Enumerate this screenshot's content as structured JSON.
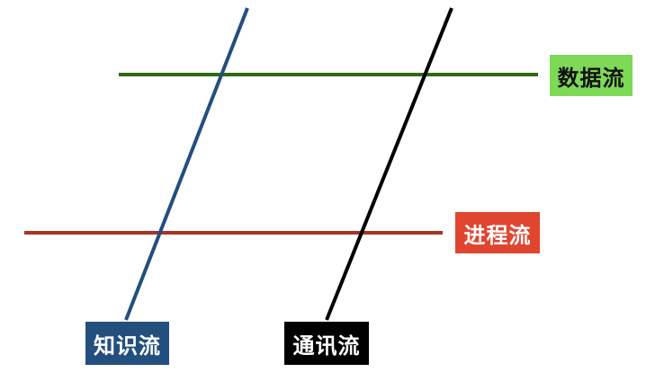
{
  "labels": {
    "data_flow": "数据流",
    "process_flow": "进程流",
    "knowledge_flow": "知识流",
    "communication_flow": "通讯流"
  },
  "colors": {
    "data_flow_line": "#2f6a12",
    "data_flow_box": "#7ed957",
    "process_flow_line": "#a93222",
    "process_flow_box": "#e0452f",
    "knowledge_flow_line": "#234f7e",
    "knowledge_flow_box": "#234f7e",
    "communication_flow_line": "#000000",
    "communication_flow_box": "#000000"
  }
}
